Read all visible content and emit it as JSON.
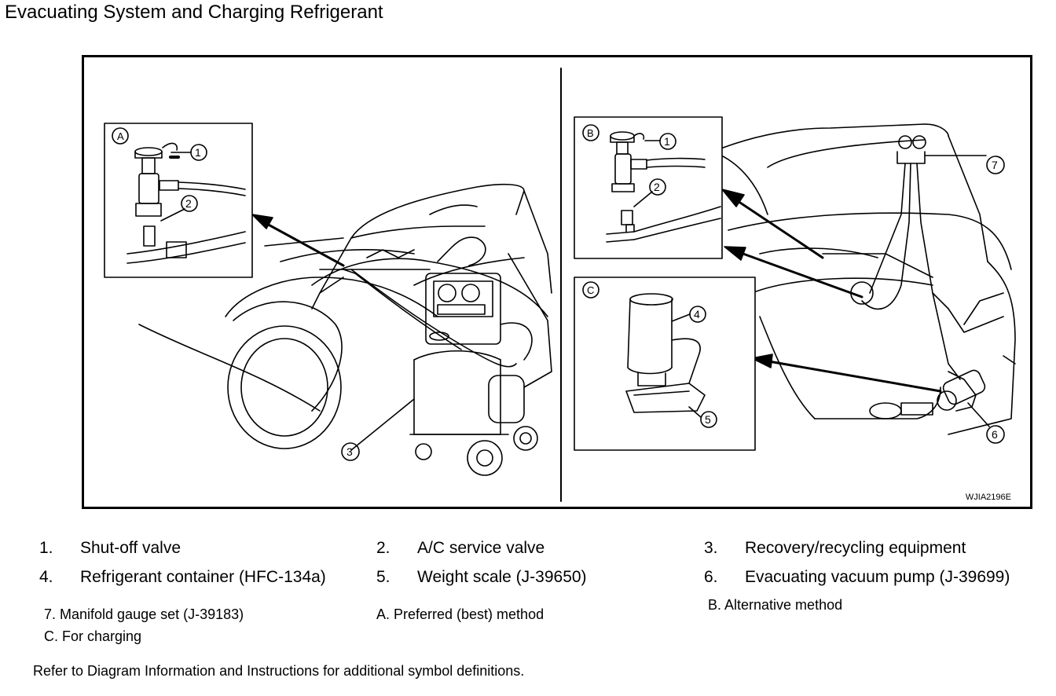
{
  "title": "Evacuating System and Charging Refrigerant",
  "figure": {
    "code": "WJIA2196E",
    "inset_letters": [
      "A",
      "B",
      "C"
    ],
    "callouts": [
      "1",
      "2",
      "3",
      "4",
      "5",
      "6",
      "7"
    ]
  },
  "legend": [
    {
      "num": "1.",
      "text": "Shut-off valve"
    },
    {
      "num": "2.",
      "text": "A/C service valve"
    },
    {
      "num": "3.",
      "text": "Recovery/recycling equipment"
    },
    {
      "num": "4.",
      "text": "Refrigerant container (HFC-134a)"
    },
    {
      "num": "5.",
      "text": "Weight scale (J-39650)"
    },
    {
      "num": "6.",
      "text": "Evacuating vacuum pump (J-39699)"
    }
  ],
  "notes": [
    "7. Manifold gauge set (J-39183)",
    "A. Preferred (best) method",
    "B. Alternative method",
    "C. For charging"
  ],
  "footer": "Refer to Diagram Information and Instructions for additional symbol definitions."
}
